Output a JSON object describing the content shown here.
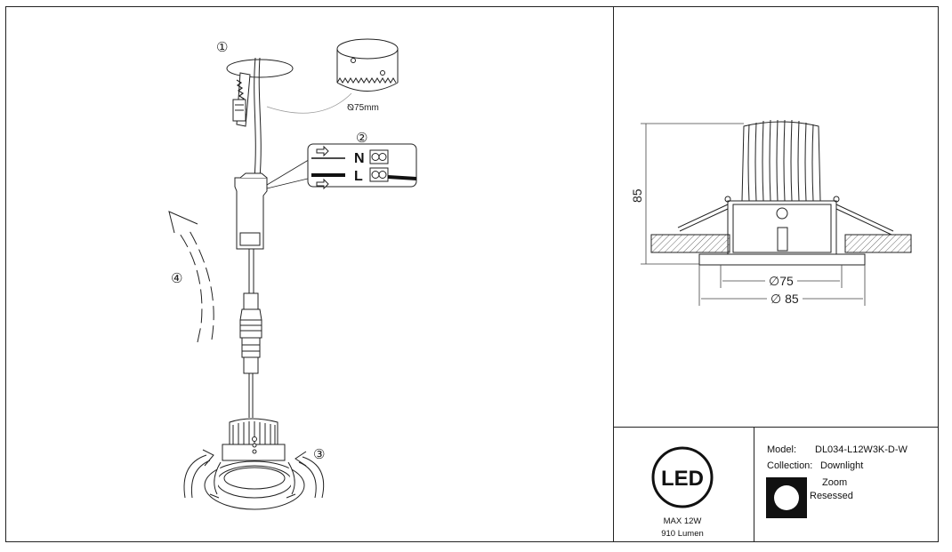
{
  "installation": {
    "step1": "①",
    "step2": "②",
    "step3": "③",
    "step4": "④",
    "cutout_label": "⦰75mm",
    "terminal_n": "N",
    "terminal_l": "L"
  },
  "dimensions": {
    "height": "85",
    "cutout": "∅75",
    "outer": "∅ 85"
  },
  "led": {
    "logo_text": "LED",
    "power": "MAX 12W",
    "lumen": "910 Lumen"
  },
  "info": {
    "model_label": "Model:",
    "model_value": "DL034-L12W3K-D-W",
    "collection_label": "Collection:",
    "collection_value": "Downlight",
    "feature_1": "Zoom",
    "feature_2": "Resessed"
  }
}
